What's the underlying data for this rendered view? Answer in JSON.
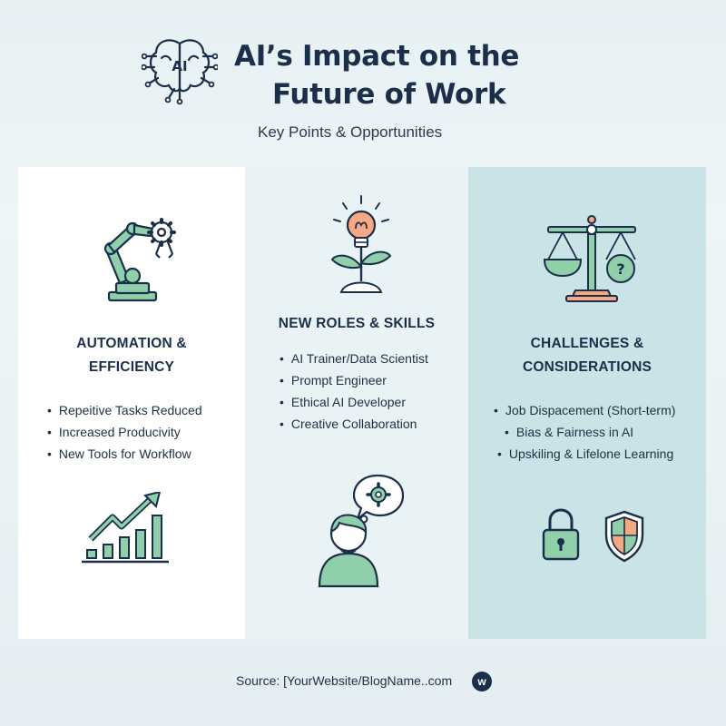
{
  "header": {
    "brain_label": "AI",
    "title_line1": "AI’s Impact on the",
    "title_line2": "Future of Work",
    "subtitle": "Key Points & Opportunities"
  },
  "columns": [
    {
      "title_line1": "AUTOMATION &",
      "title_line2": "EFFICIENCY",
      "bullets": [
        "Repeitive Tasks Reduced",
        "Increased Producivity",
        "New Tools for Workflow"
      ],
      "top_icon": "robot-arm-gear-icon",
      "bottom_icon": "growth-chart-icon"
    },
    {
      "title_line1": "NEW ROLES & SKILLS",
      "bullets": [
        "AI Trainer/Data Scientist",
        "Prompt Engineer",
        "Ethical AI Developer",
        "Creative Collaboration"
      ],
      "top_icon": "lightbulb-plant-icon",
      "bottom_icon": "person-thinking-gear-icon"
    },
    {
      "title_line1": "CHALLENGES &",
      "title_line2": "CONSIDERATIONS",
      "bullets": [
        "Job Dispacement (Short-term)",
        "Bias & Fairness in AI",
        "Upskiling & Lifelone Learning"
      ],
      "top_icon": "balance-scale-question-icon",
      "bottom_icons": [
        "padlock-icon",
        "shield-icon"
      ],
      "scale_mark": "?"
    }
  ],
  "footer": {
    "source": "Source: [YourWebsite/BlogName..com",
    "logo_letter": "w"
  },
  "colors": {
    "navy": "#1c2f4a",
    "green": "#7fc8a0",
    "orange": "#f0a37f",
    "col1_bg": "#ffffff",
    "col2_bg": "#e9f3f5",
    "col3_bg": "#c9e3e7"
  }
}
